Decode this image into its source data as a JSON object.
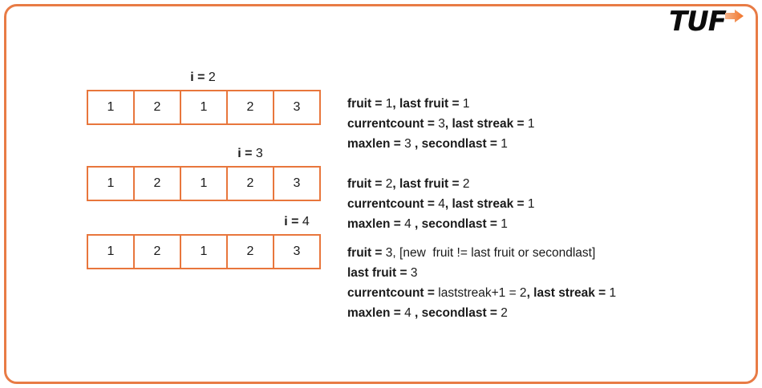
{
  "logo": {
    "text": "TUF",
    "arrow_icon": "arrow-right-icon",
    "accent_color": "#F07C34"
  },
  "theme": {
    "frame_color": "#E87B45",
    "cell_border_color": "#E8763C",
    "text_color": "#1a1a1a",
    "background": "#ffffff"
  },
  "arrays": [
    {
      "index_label": {
        "var": "i",
        "eq": "=",
        "value": "2"
      },
      "highlight_cell": 2,
      "cells": [
        "1",
        "2",
        "1",
        "2",
        "3"
      ]
    },
    {
      "index_label": {
        "var": "i",
        "eq": "=",
        "value": "3"
      },
      "highlight_cell": 3,
      "cells": [
        "1",
        "2",
        "1",
        "2",
        "3"
      ]
    },
    {
      "index_label": {
        "var": "i",
        "eq": "=",
        "value": "4"
      },
      "highlight_cell": 4,
      "cells": [
        "1",
        "2",
        "1",
        "2",
        "3"
      ]
    }
  ],
  "notes": [
    {
      "lines": [
        [
          {
            "bold": true,
            "t": "fruit = "
          },
          {
            "bold": false,
            "t": "1"
          },
          {
            "bold": true,
            "t": ", last fruit = "
          },
          {
            "bold": false,
            "t": "1"
          }
        ],
        [
          {
            "bold": true,
            "t": "currentcount = "
          },
          {
            "bold": false,
            "t": "3"
          },
          {
            "bold": true,
            "t": ", last streak = "
          },
          {
            "bold": false,
            "t": "1"
          }
        ],
        [
          {
            "bold": true,
            "t": "maxlen = "
          },
          {
            "bold": false,
            "t": "3 "
          },
          {
            "bold": true,
            "t": ", secondlast = "
          },
          {
            "bold": false,
            "t": "1"
          }
        ]
      ]
    },
    {
      "lines": [
        [
          {
            "bold": true,
            "t": "fruit = "
          },
          {
            "bold": false,
            "t": "2"
          },
          {
            "bold": true,
            "t": ", last fruit = "
          },
          {
            "bold": false,
            "t": "2"
          }
        ],
        [
          {
            "bold": true,
            "t": "currentcount = "
          },
          {
            "bold": false,
            "t": "4"
          },
          {
            "bold": true,
            "t": ", last streak = "
          },
          {
            "bold": false,
            "t": "1"
          }
        ],
        [
          {
            "bold": true,
            "t": "maxlen = "
          },
          {
            "bold": false,
            "t": "4 "
          },
          {
            "bold": true,
            "t": ", secondlast = "
          },
          {
            "bold": false,
            "t": "1"
          }
        ]
      ]
    },
    {
      "lines": [
        [
          {
            "bold": true,
            "t": "fruit = "
          },
          {
            "bold": false,
            "t": "3, [new  fruit != last fruit or secondlast]"
          }
        ],
        [
          {
            "bold": true,
            "t": "last fruit = "
          },
          {
            "bold": false,
            "t": "3"
          }
        ],
        [
          {
            "bold": true,
            "t": "currentcount = "
          },
          {
            "bold": false,
            "t": "laststreak+1 = 2"
          },
          {
            "bold": true,
            "t": ", last streak = "
          },
          {
            "bold": false,
            "t": "1"
          }
        ],
        [
          {
            "bold": true,
            "t": "maxlen = "
          },
          {
            "bold": false,
            "t": "4 "
          },
          {
            "bold": true,
            "t": ", secondlast = "
          },
          {
            "bold": false,
            "t": "2"
          }
        ]
      ]
    }
  ]
}
